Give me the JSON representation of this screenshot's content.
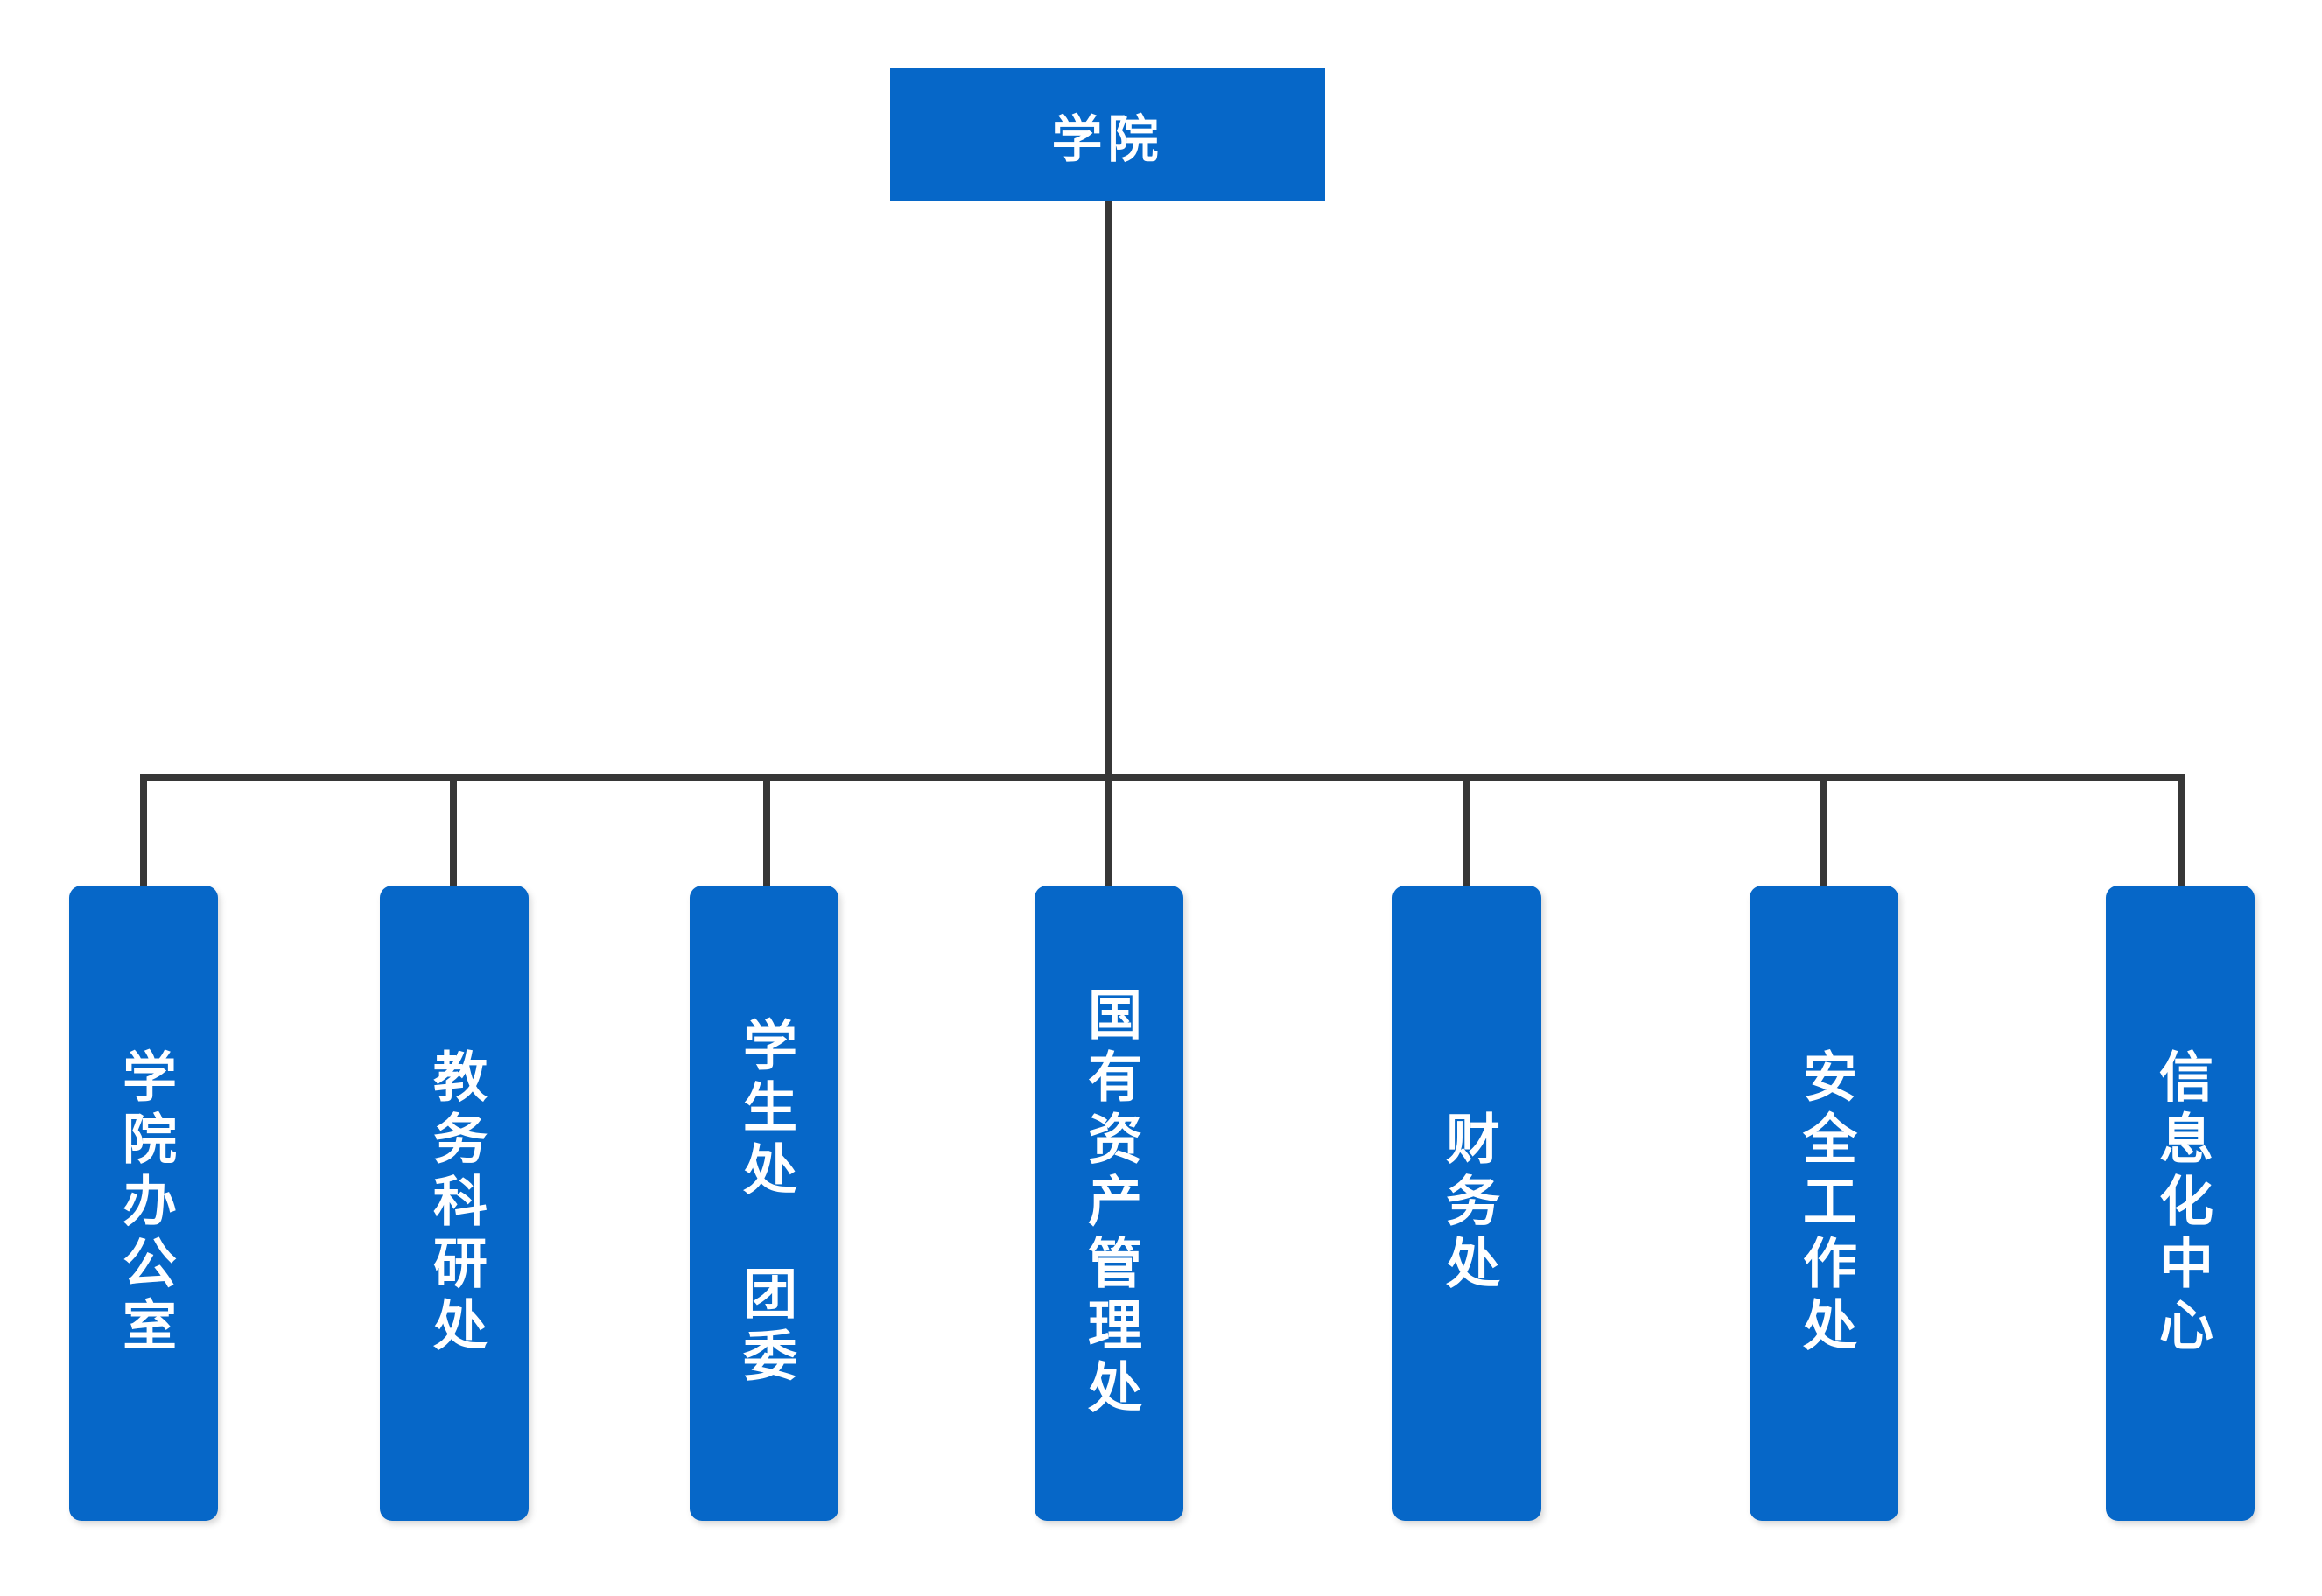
{
  "diagram": {
    "type": "org-chart",
    "root": {
      "label": "学院"
    },
    "departments": [
      {
        "label": "学院办公室"
      },
      {
        "label": "教务科研处"
      },
      {
        "label": "学生处　团委"
      },
      {
        "label": "国有资产管理处"
      },
      {
        "label": "财务处"
      },
      {
        "label": "安全工作处"
      },
      {
        "label": "信息化中心"
      }
    ]
  },
  "colors": {
    "node_fill": "#0667C8",
    "node_text": "#FFFFFF",
    "connector": "#373737",
    "background": "#FFFFFF"
  }
}
